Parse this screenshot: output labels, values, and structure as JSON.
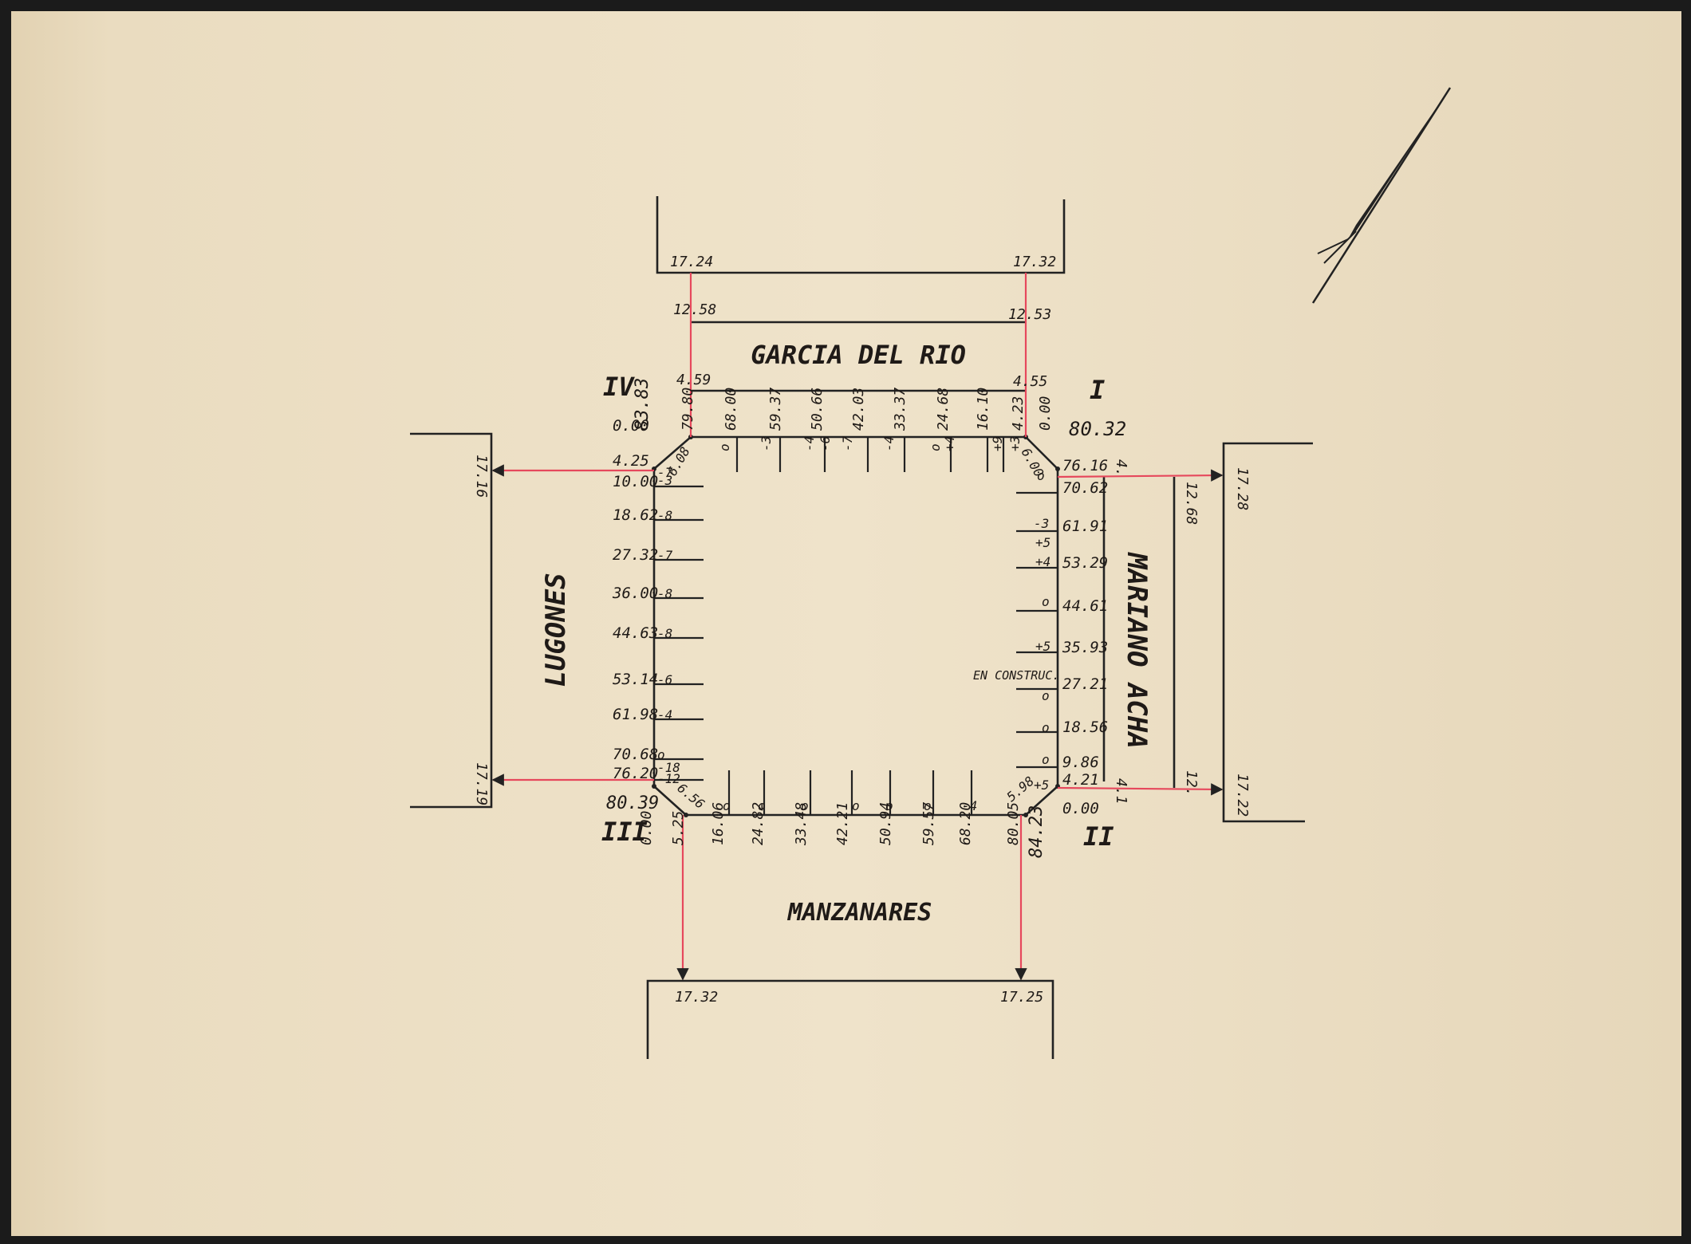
{
  "colors": {
    "paper": "#ecdfc4",
    "ink": "#221d1a",
    "red_line": "#e6485c"
  },
  "streets": {
    "north": "GARCIA DEL RIO",
    "south": "MANZANARES",
    "west": "LUGONES",
    "east": "MARIANO ACHA"
  },
  "corners": {
    "I": {
      "numeral": "I",
      "total": "80.32"
    },
    "II": {
      "numeral": "II",
      "total": "84.23"
    },
    "III": {
      "numeral": "III",
      "total": "80.39"
    },
    "IV": {
      "numeral": "IV",
      "total": "83.83"
    }
  },
  "street_widths": {
    "north_outer_left": "17.24",
    "north_outer_right": "17.32",
    "north_mid_left": "12.58",
    "north_mid_right": "12.53",
    "north_inner_left": "4.59",
    "north_inner_right": "4.55",
    "south_outer_left": "17.32",
    "south_outer_right": "17.25",
    "west_outer_top": "17.16",
    "west_outer_bottom": "17.19",
    "east_outer_top": "17.28",
    "east_outer_bottom": "17.22",
    "east_mid_top": "12.68",
    "east_mid_bottom": "12.",
    "east_inner_top": "4.",
    "east_inner_bottom": "4.1"
  },
  "north_side": {
    "distances": [
      "79.80",
      "68.00",
      "59.37",
      "50.66",
      "42.03",
      "33.37",
      "24.68",
      "16.10",
      "4.23",
      "0.00"
    ],
    "levels": [
      "o",
      "-3",
      "-4",
      "-6",
      "-7",
      "-4",
      "o",
      "+4",
      "+9",
      "+3"
    ]
  },
  "east_side": {
    "distances": [
      "76.16",
      "70.62",
      "61.91",
      "53.29",
      "44.61",
      "35.93",
      "27.21",
      "18.56",
      "9.86",
      "4.21",
      "0.00"
    ],
    "levels": [
      "o",
      "-3",
      "+5",
      "+4",
      "o",
      "+5",
      "o",
      "o",
      "o",
      "+5"
    ],
    "note": "EN CONSTRUC."
  },
  "south_side": {
    "distances": [
      "0.00",
      "5.25",
      "16.06",
      "24.82",
      "33.48",
      "42.21",
      "50.94",
      "59.57",
      "68.20",
      "80.05"
    ],
    "levels": [
      "o",
      "o",
      "o",
      "o",
      "o",
      "o",
      "-4"
    ]
  },
  "west_side": {
    "distances": [
      "0.00",
      "4.25",
      "10.00",
      "18.62",
      "27.32",
      "36.00",
      "44.63",
      "53.14",
      "61.98",
      "70.68",
      "76.20"
    ],
    "levels": [
      "-7",
      "-3",
      "-8",
      "-7",
      "-8",
      "-8",
      "-6",
      "-4",
      "o",
      "-18",
      "-12"
    ]
  },
  "chamfers": {
    "ne": "6.00",
    "nw": "6.08",
    "sw": "6.56",
    "se": "5.98"
  },
  "icons": {
    "north_arrow": "north-arrow-icon"
  }
}
